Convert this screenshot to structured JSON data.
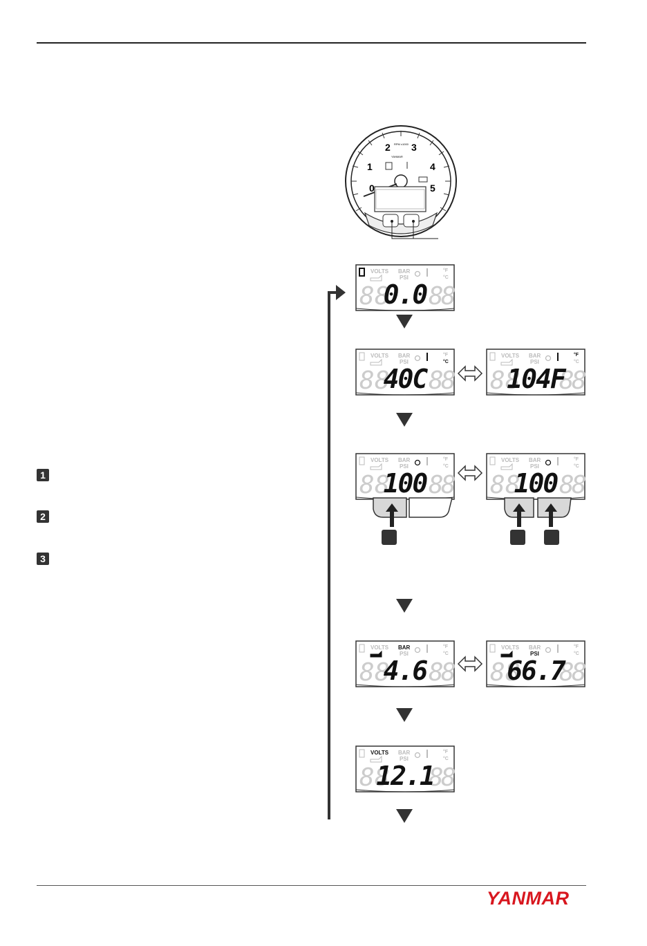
{
  "header": {
    "rule": ""
  },
  "brand": {
    "logo_text": "YANMAR",
    "color": "#d8171f"
  },
  "legend": [
    {
      "number": "1"
    },
    {
      "number": "2"
    },
    {
      "number": "3"
    }
  ],
  "gauge": {
    "scale_numbers": [
      "0",
      "1",
      "2",
      "3",
      "4",
      "5"
    ],
    "unit_label": "RPM x1000"
  },
  "screens": [
    {
      "id": "hours",
      "value": "0.0",
      "icons": [
        "hourglass"
      ]
    },
    {
      "id": "coolant-c",
      "value": "40C",
      "icons": [
        "temperature",
        "celsius"
      ]
    },
    {
      "id": "coolant-f",
      "value": "104F",
      "icons": [
        "temperature",
        "fahrenheit"
      ]
    },
    {
      "id": "backlight",
      "value": "100",
      "icons": [
        "sun"
      ]
    },
    {
      "id": "backlight-adjust",
      "value": "100",
      "icons": [
        "sun-blinking"
      ]
    },
    {
      "id": "oil-bar",
      "value": "4.6",
      "icons": [
        "oil-can",
        "BAR"
      ]
    },
    {
      "id": "oil-psi",
      "value": "66.7",
      "icons": [
        "oil-can",
        "PSI"
      ]
    },
    {
      "id": "volts",
      "value": "12.1",
      "icons": [
        "VOLTS"
      ]
    }
  ],
  "lcd_labels": {
    "volts": "VOLTS",
    "bar": "BAR",
    "psi": "PSI",
    "deg_f": "°F",
    "deg_c": "°C"
  }
}
